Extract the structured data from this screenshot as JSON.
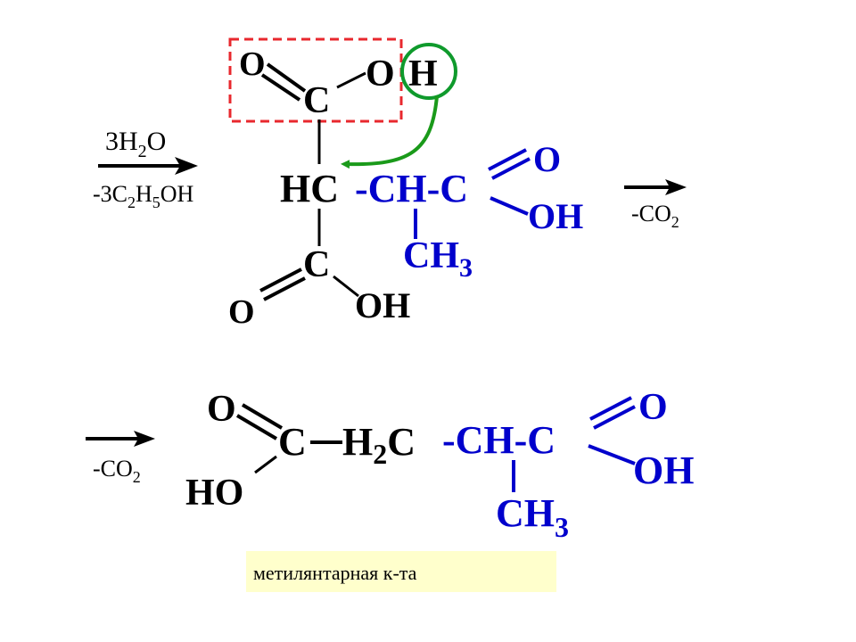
{
  "colors": {
    "black": "#000000",
    "blue": "#0000cc",
    "highlight_box": "#e8282e",
    "highlight_circle": "#0f9a2c",
    "arrow_green": "#1a9a1a",
    "caption_bg": "#ffffcc"
  },
  "reaction1": {
    "reagent_main": "3H",
    "reagent_sub": "2",
    "reagent_tail": "O",
    "cond": [
      "-3C",
      "2",
      "H",
      "5",
      "OH"
    ]
  },
  "reaction2": {
    "cond": "-CO",
    "sub": "2"
  },
  "reaction3": {
    "cond": "-CO",
    "sub": "2"
  },
  "molecule1": {
    "o_top": "O",
    "c_top": "C",
    "o_h_top": "O",
    "h_top": "H",
    "hc": "HC",
    "chain": "-CH-C",
    "o_right": "O",
    "oh_right": "OH",
    "ch3_main": "CH",
    "ch3_sub": "3",
    "c_bottom": "C",
    "o_bottom": "O",
    "oh_bottom": "OH"
  },
  "molecule2": {
    "o_left": "O",
    "c_left": "C",
    "ho_left": "HO",
    "h2c_h": "H",
    "h2c_sub": "2",
    "h2c_c": "C",
    "chain": "-CH-C",
    "o_right": "O",
    "oh_right": "OH",
    "ch3_main": "CH",
    "ch3_sub": "3"
  },
  "caption": "метилянтарная к-та"
}
